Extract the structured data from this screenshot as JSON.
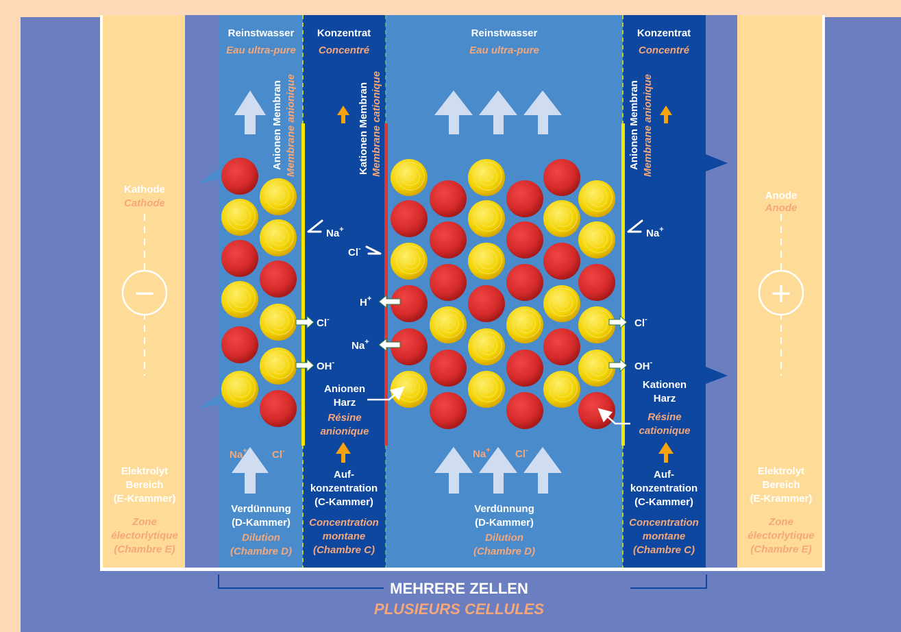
{
  "headers": {
    "d1": {
      "de": "Reinstwasser",
      "fr": "Eau ultra-pure"
    },
    "c1": {
      "de": "Konzentrat",
      "fr": "Concentré"
    },
    "d2": {
      "de": "Reinstwasser",
      "fr": "Eau ultra-pure"
    },
    "c2": {
      "de": "Konzentrat",
      "fr": "Concentré"
    }
  },
  "membranes": {
    "anion1": {
      "de": "Anionen Membran",
      "fr": "Membrane anionique"
    },
    "cation": {
      "de": "Kationen Membran",
      "fr": "Membrane cationique"
    },
    "anion2": {
      "de": "Anionen Membran",
      "fr": "Membrane anionique"
    }
  },
  "electrodes": {
    "cathode": {
      "de": "Kathode",
      "fr": "Cathode",
      "symbol": "−"
    },
    "anode": {
      "de": "Anode",
      "fr": "Anode",
      "symbol": "+"
    }
  },
  "electrolyte": {
    "de1": "Elektrolyt",
    "de2": "Bereich",
    "de3": "(E-Krammer)",
    "fr1": "Zone",
    "fr2": "électorlytique",
    "fr3": "(Chambre E)"
  },
  "dilution": {
    "de1": "Verdünnung",
    "de2": "(D-Kammer)",
    "fr1": "Dilution",
    "fr2": "(Chambre D)"
  },
  "concentration": {
    "de1": "Auf-",
    "de2": "konzentration",
    "de3": "(C-Kammer)",
    "fr1": "Concentration",
    "fr2": "montane",
    "fr3": "(Chambre C)"
  },
  "resin": {
    "anion": {
      "de1": "Anionen",
      "de2": "Harz",
      "fr1": "Résine",
      "fr2": "anionique"
    },
    "cation": {
      "de1": "Kationen",
      "de2": "Harz",
      "fr1": "Résine",
      "fr2": "cationique"
    }
  },
  "ions": {
    "na": "Na",
    "cl": "Cl",
    "oh": "OH",
    "h": "H",
    "plus": "+",
    "minus": "-"
  },
  "footer": {
    "de": "MEHRERE ZELLEN",
    "fr": "PLUSIEURS CELLULES"
  },
  "colors": {
    "page": "#fdd9b8",
    "outer": "#6b7fc0",
    "electrolyte": "#fedc98",
    "lightBlue": "#4a8ccb",
    "darkBlue": "#0d47a0",
    "arrowBlue": "#d0dcf0",
    "anionMembrane": "#f3e500",
    "cationMembrane": "#e0342c",
    "cationBead": "#d42a2a",
    "anionBead": "#f2d200",
    "orange": "#f7a30e"
  }
}
